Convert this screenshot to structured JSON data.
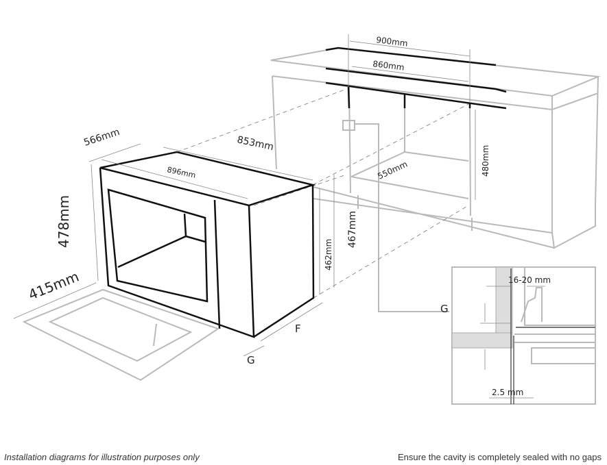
{
  "dimensions": {
    "cabinet_width": "900mm",
    "cabinet_inner_width": "860mm",
    "cavity_depth": "550mm",
    "cavity_height": "480mm",
    "oven_depth": "566mm",
    "oven_width_side": "853mm",
    "oven_width_front": "896mm",
    "oven_height": "478mm",
    "door_depth": "415mm",
    "height_462": "462mm",
    "height_467": "467mm",
    "label_f": "F",
    "label_g": "G",
    "detail_label_g": "G",
    "gap_16_20": "16-20 mm",
    "gap_2_5": "2.5 mm"
  },
  "footer": {
    "left_note": "Installation diagrams for illustration purposes only",
    "right_note": "Ensure the cavity is completely sealed with no gaps"
  }
}
